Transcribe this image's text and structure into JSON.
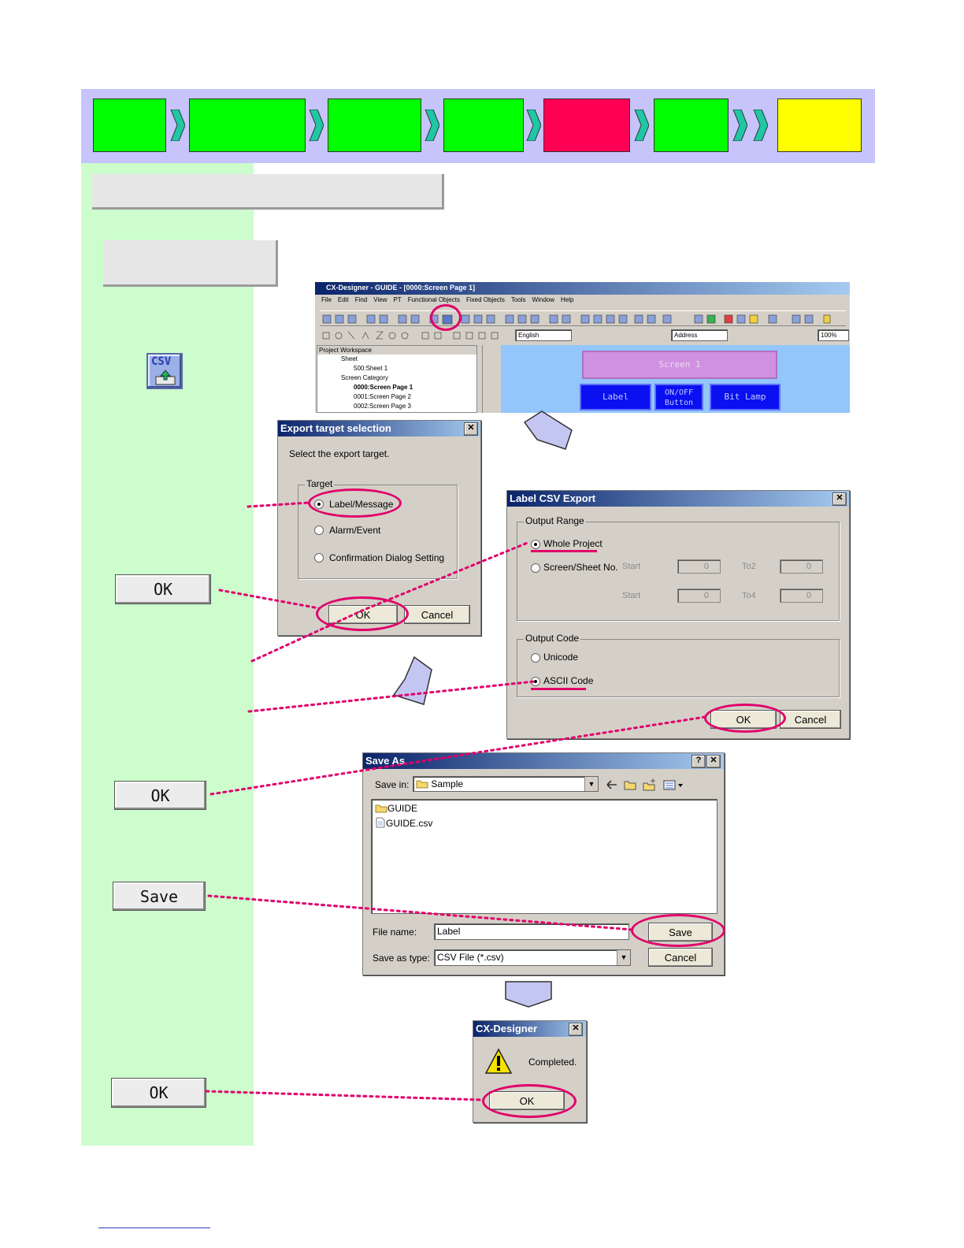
{
  "designer_window": {
    "title": "CX-Designer - GUIDE - [0000:Screen Page 1]",
    "menu": [
      "File",
      "Edit",
      "Find",
      "View",
      "PT",
      "Functional Objects",
      "Fixed Objects",
      "Tools",
      "Window",
      "Help"
    ],
    "language": "English",
    "address_mode": "Address",
    "zoom": "100%",
    "workspace_title": "Project Workspace",
    "tree": [
      "Sheet",
      "500:Sheet 1",
      "Screen Category",
      "0000:Screen Page 1",
      "0001:Screen Page 2",
      "0002:Screen Page 3"
    ],
    "canvas": {
      "screen_label": "Screen 1",
      "label_btn": "Label",
      "onoff_btn": "ON/OFF Button",
      "bitlamp_btn": "Bit Lamp"
    }
  },
  "csv_icon": "CSV",
  "left_buttons": {
    "ok1": "OK",
    "ok2": "OK",
    "save": "Save",
    "ok3": "OK"
  },
  "export_dialog": {
    "title": "Export target selection",
    "prompt": "Select the export target.",
    "group": "Target",
    "options": [
      "Label/Message",
      "Alarm/Event",
      "Confirmation Dialog Setting"
    ],
    "ok": "OK",
    "cancel": "Cancel"
  },
  "label_csv_dialog": {
    "title": "Label CSV Export",
    "output_range": "Output Range",
    "whole_project": "Whole Project",
    "screen_sheet": "Screen/Sheet No.",
    "start": "Start",
    "to2": "To2",
    "to4": "To4",
    "zero": "0",
    "output_code": "Output Code",
    "unicode": "Unicode",
    "ascii": "ASCII Code",
    "ok": "OK",
    "cancel": "Cancel"
  },
  "save_dialog": {
    "title": "Save As",
    "help": "?",
    "save_in_label": "Save in:",
    "save_in_value": "Sample",
    "files": [
      "GUIDE",
      "GUIDE.csv"
    ],
    "file_name_label": "File name:",
    "file_name_value": "Label",
    "save_type_label": "Save as type:",
    "save_type_value": "CSV File (*.csv)",
    "save": "Save",
    "cancel": "Cancel"
  },
  "done_dialog": {
    "title": "CX-Designer",
    "message": "Completed.",
    "ok": "OK"
  },
  "colors": {
    "banner": "#c6c4fb",
    "step_green": "#00ff00",
    "step_red": "#ff0055",
    "step_yellow": "#ffff00",
    "chevron": "#1fc7a4",
    "left_pane": "#cdfdcd",
    "annotation": "#e0006a"
  }
}
